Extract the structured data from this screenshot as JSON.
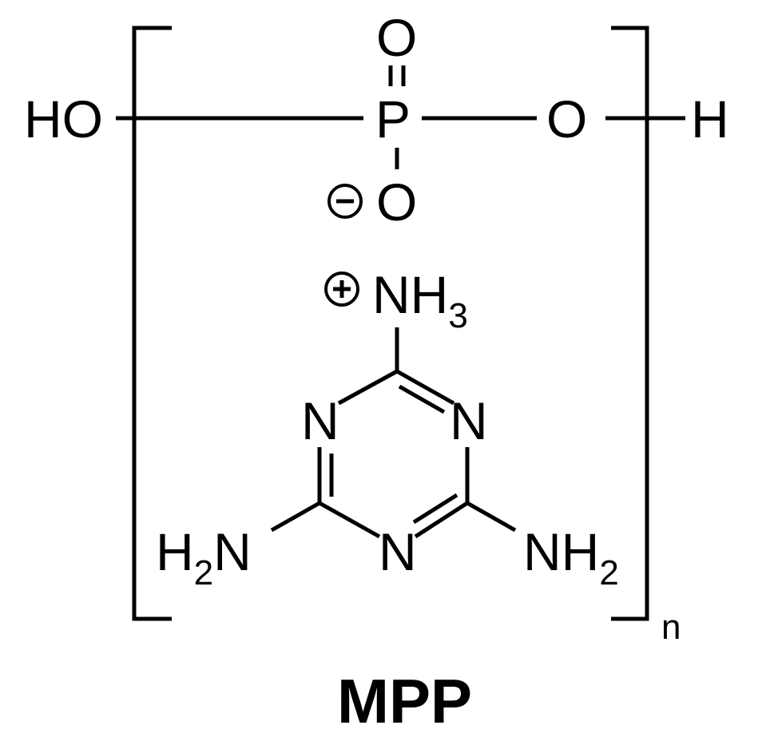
{
  "diagram": {
    "type": "chemical-structure",
    "compound_label": "MPP",
    "repeat_subscript": "n",
    "atoms": {
      "ho": "HO",
      "p": "P",
      "o_double": "O",
      "o_bridge": "O",
      "h_end": "H",
      "o_anion": "O",
      "nh3": "NH",
      "nh3_sub": "3",
      "n_left": "N",
      "n_right": "N",
      "n_bottom": "N",
      "h2n_h": "H",
      "h2n_sub": "2",
      "h2n_n": "N",
      "nh2_nh": "NH",
      "nh2_sub": "2"
    },
    "charges": {
      "anion": "−",
      "cation": "+"
    },
    "colors": {
      "ink": "#000000",
      "background": "#ffffff"
    }
  }
}
